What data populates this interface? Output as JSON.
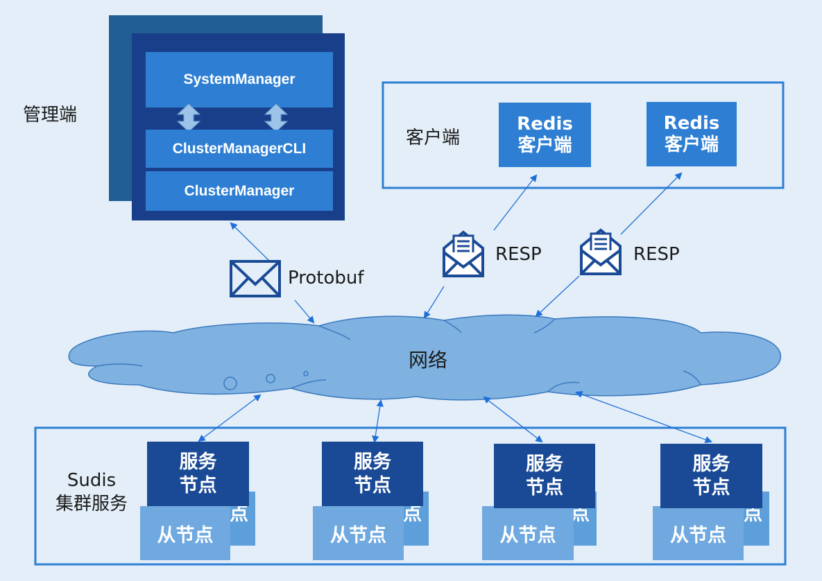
{
  "management": {
    "label": "管理端",
    "system_manager": "SystemManager",
    "cluster_manager_cli": "ClusterManagerCLI",
    "cluster_manager": "ClusterManager"
  },
  "client": {
    "label": "客户端",
    "redis_clients": [
      {
        "line1": "Redis",
        "line2": "客户端"
      },
      {
        "line1": "Redis",
        "line2": "客户端"
      }
    ]
  },
  "messages": {
    "protobuf": "Protobuf",
    "resp_1": "RESP",
    "resp_2": "RESP"
  },
  "network": {
    "label": "网络"
  },
  "cluster": {
    "label_line1": "Sudis",
    "label_line2": "集群服务",
    "nodes": [
      {
        "service_line1": "服务",
        "service_line2": "节点",
        "slave": "从节点",
        "slave_back_peek": "点"
      },
      {
        "service_line1": "服务",
        "service_line2": "节点",
        "slave": "从节点",
        "slave_back_peek": "点"
      },
      {
        "service_line1": "服务",
        "service_line2": "节点",
        "slave": "从节点",
        "slave_back_peek": "点"
      },
      {
        "service_line1": "服务",
        "service_line2": "节点",
        "slave": "从节点",
        "slave_back_peek": "点"
      }
    ]
  },
  "colors": {
    "background": "#e3eef8",
    "navy": "#1a4a96",
    "blue": "#2e7fd3",
    "light_blue": "#6fa9df",
    "cloud": "#7fb2e0",
    "arrow": "#1f6fd8"
  },
  "icons": [
    "double-arrow-icon",
    "envelope-icon",
    "open-envelope-icon",
    "cloud-icon"
  ]
}
